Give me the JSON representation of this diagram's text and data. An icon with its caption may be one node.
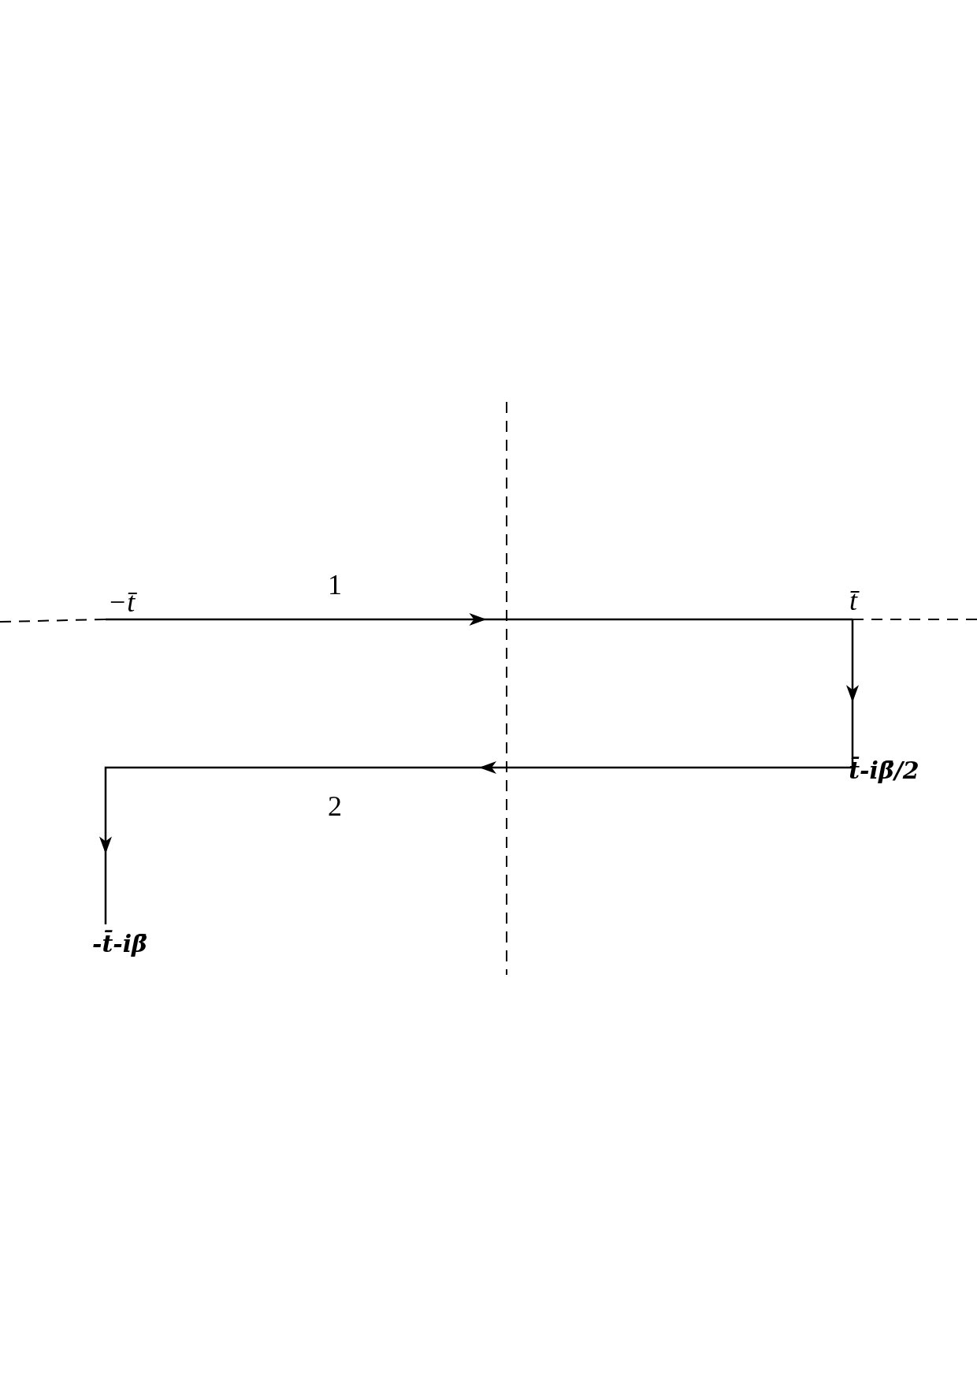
{
  "diagram": {
    "nodes": [
      {
        "text": [
          "−t̄"
        ]
      },
      {
        "text": [
          "t̄"
        ]
      },
      {
        "text": [
          "t̄-iβ̄/2"
        ]
      },
      {
        "text": [
          "-t̄-iβ̄"
        ]
      }
    ],
    "edges": [
      {
        "from": 0,
        "to": 1,
        "arrow": "to",
        "label": "1"
      },
      {
        "from": 1,
        "to": 2,
        "arrow": "to"
      },
      {
        "from": 2,
        "to": 3,
        "arrow": "to",
        "label": "2"
      }
    ]
  }
}
